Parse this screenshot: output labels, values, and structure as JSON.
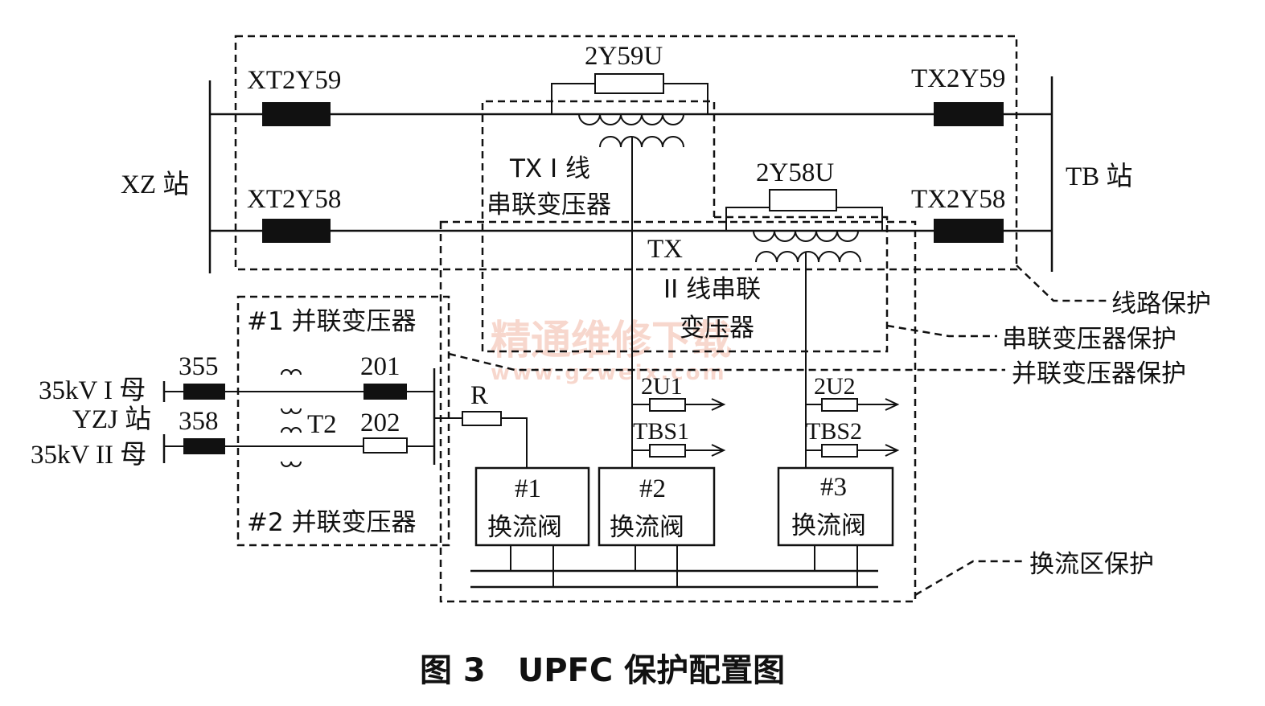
{
  "stations": {
    "xz": "XZ 站",
    "tb": "TB 站",
    "yzj": "YZJ 站"
  },
  "breakers": {
    "xt2y59": "XT2Y59",
    "xt2y58": "XT2Y58",
    "tx2y59": "TX2Y59",
    "tx2y58": "TX2Y58",
    "b355": "355",
    "b358": "358",
    "b201": "201",
    "b202": "202"
  },
  "resistors": {
    "r2y59u": "2Y59U",
    "r2y58u": "2Y58U",
    "r": "R",
    "r2u1": "2U1",
    "tbs1": "TBS1",
    "r2u2": "2U2",
    "tbs2": "TBS2"
  },
  "transformers": {
    "series1_line1": "TX I 线",
    "series1_line2": "串联变压器",
    "series2_line1": "TX",
    "series2_line2": "II 线串联",
    "series2_line3": "变压器",
    "shunt1": "#1 并联变压器",
    "shunt2": "#2 并联变压器",
    "t2": "T2"
  },
  "buses": {
    "bus1": "35kV I 母",
    "bus2": "35kV II 母"
  },
  "valves": [
    {
      "num": "#1",
      "label": "换流阀"
    },
    {
      "num": "#2",
      "label": "换流阀"
    },
    {
      "num": "#3",
      "label": "换流阀"
    }
  ],
  "zones": {
    "line": "线路保护",
    "series": "串联变压器保护",
    "shunt": "并联变压器保护",
    "converter": "换流区保护"
  },
  "watermark": {
    "cn": "精通维修下载",
    "url": "www.gzweix.com"
  },
  "caption": "图 3　UPFC 保护配置图"
}
